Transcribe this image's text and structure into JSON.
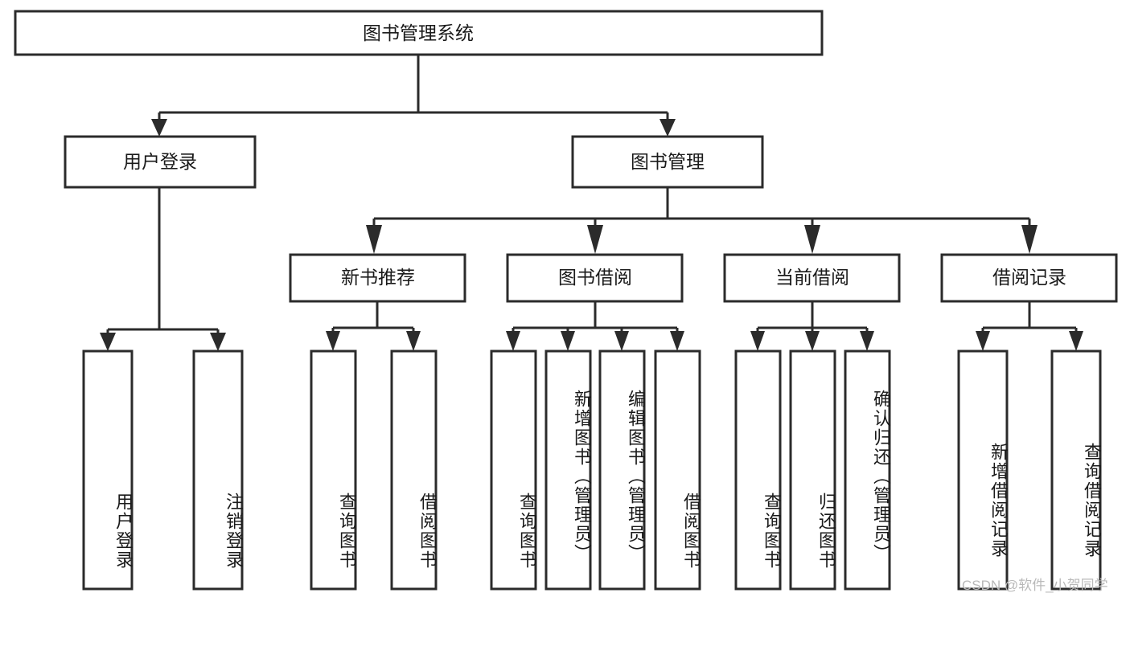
{
  "diagram": {
    "title": "图书管理系统",
    "type": "hierarchy-tree",
    "root": {
      "id": "root",
      "label": "图书管理系统",
      "orientation": "horizontal"
    },
    "level2": [
      {
        "id": "user-login",
        "label": "用户登录",
        "orientation": "horizontal"
      },
      {
        "id": "book-manage",
        "label": "图书管理",
        "orientation": "horizontal"
      }
    ],
    "level3": [
      {
        "id": "new-book-recommend",
        "label": "新书推荐",
        "orientation": "horizontal",
        "parent": "book-manage"
      },
      {
        "id": "book-borrow",
        "label": "图书借阅",
        "orientation": "horizontal",
        "parent": "book-manage"
      },
      {
        "id": "current-borrow",
        "label": "当前借阅",
        "orientation": "horizontal",
        "parent": "book-manage"
      },
      {
        "id": "borrow-record",
        "label": "借阅记录",
        "orientation": "horizontal",
        "parent": "book-manage"
      }
    ],
    "leaves": [
      {
        "id": "leaf-user-login",
        "label": "用户登录",
        "orientation": "vertical",
        "parent": "user-login"
      },
      {
        "id": "leaf-user-logout",
        "label": "注销登录",
        "orientation": "vertical",
        "parent": "user-login"
      },
      {
        "id": "leaf-query-book-1",
        "label": "查询图书",
        "orientation": "vertical",
        "parent": "new-book-recommend"
      },
      {
        "id": "leaf-borrow-book-1",
        "label": "借阅图书",
        "orientation": "vertical",
        "parent": "new-book-recommend"
      },
      {
        "id": "leaf-query-book-2",
        "label": "查询图书",
        "orientation": "vertical",
        "parent": "book-borrow"
      },
      {
        "id": "leaf-add-book",
        "label": "新增图书（管理员）",
        "orientation": "vertical",
        "parent": "book-borrow"
      },
      {
        "id": "leaf-edit-book",
        "label": "编辑图书（管理员）",
        "orientation": "vertical",
        "parent": "book-borrow"
      },
      {
        "id": "leaf-borrow-book-2",
        "label": "借阅图书",
        "orientation": "vertical",
        "parent": "book-borrow"
      },
      {
        "id": "leaf-query-book-3",
        "label": "查询图书",
        "orientation": "vertical",
        "parent": "current-borrow"
      },
      {
        "id": "leaf-return-book",
        "label": "归还图书",
        "orientation": "vertical",
        "parent": "current-borrow"
      },
      {
        "id": "leaf-confirm-return",
        "label": "确认归还（管理员）",
        "orientation": "vertical",
        "parent": "current-borrow"
      },
      {
        "id": "leaf-add-record",
        "label": "新增借阅记录",
        "orientation": "vertical",
        "parent": "borrow-record"
      },
      {
        "id": "leaf-query-record",
        "label": "查询借阅记录",
        "orientation": "vertical",
        "parent": "borrow-record"
      }
    ],
    "watermark": "CSDN @软件_小贺同学",
    "colors": {
      "stroke": "#2b2b2b",
      "box_fill": "#ffffff",
      "text": "#1a1a1a",
      "watermark": "#b9b9b9",
      "background": "#ffffff"
    }
  }
}
